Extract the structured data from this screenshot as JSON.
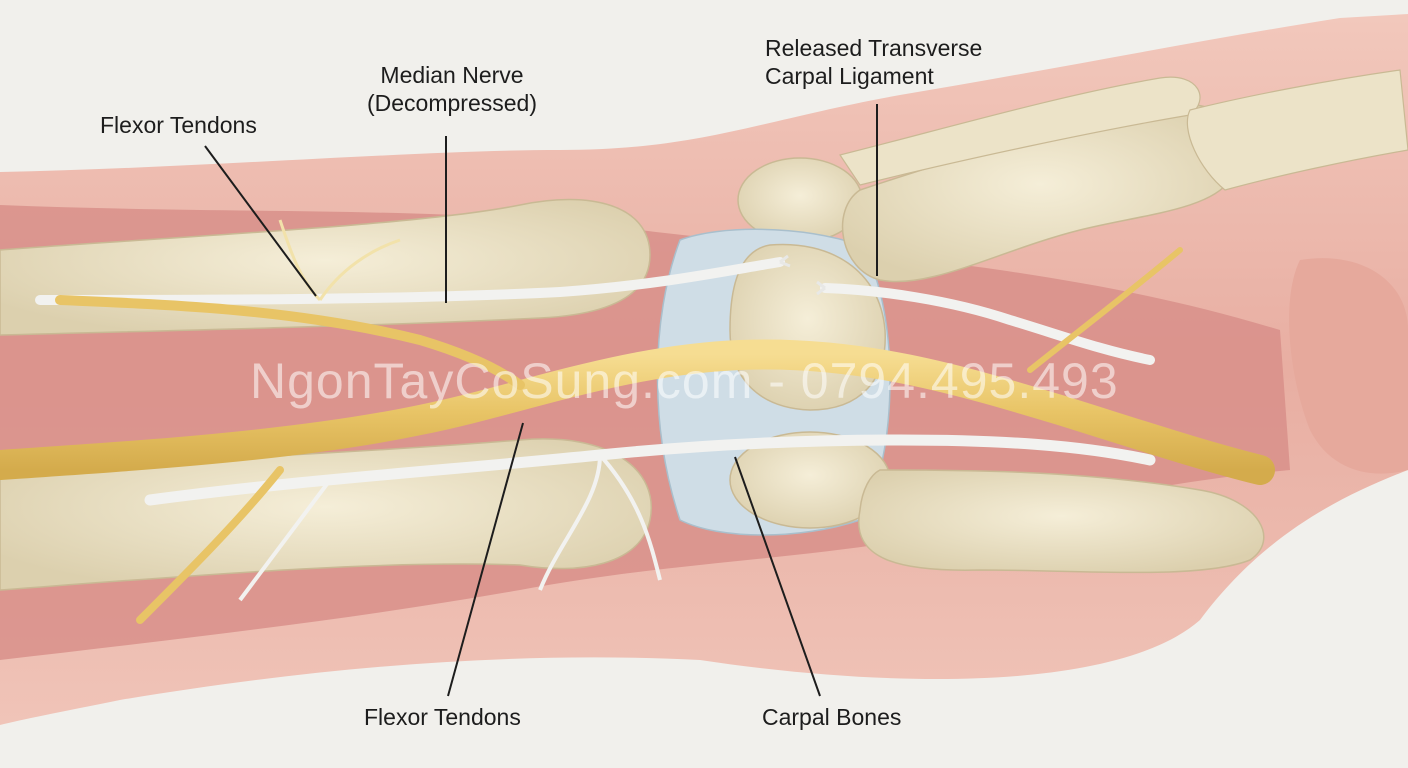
{
  "labels": {
    "flexor_tendons_top": "Flexor Tendons",
    "median_nerve_line1": "Median Nerve",
    "median_nerve_line2": "(Decompressed)",
    "ligament_line1": "Released Transverse",
    "ligament_line2": "Carpal Ligament",
    "flexor_tendons_bottom": "Flexor Tendons",
    "carpal_bones": "Carpal Bones"
  },
  "watermark": "NgonTayCoSung.com - 0794.495.493",
  "colors": {
    "background": "#f1f0ec",
    "skin": "#e9b5a8",
    "muscle": "#d98f8a",
    "bone": "#ece3c8",
    "cartilage": "#cfdde6",
    "nerve": "#e8c96e",
    "tendon": "#efefef",
    "leader_line": "#1d1d1d"
  }
}
